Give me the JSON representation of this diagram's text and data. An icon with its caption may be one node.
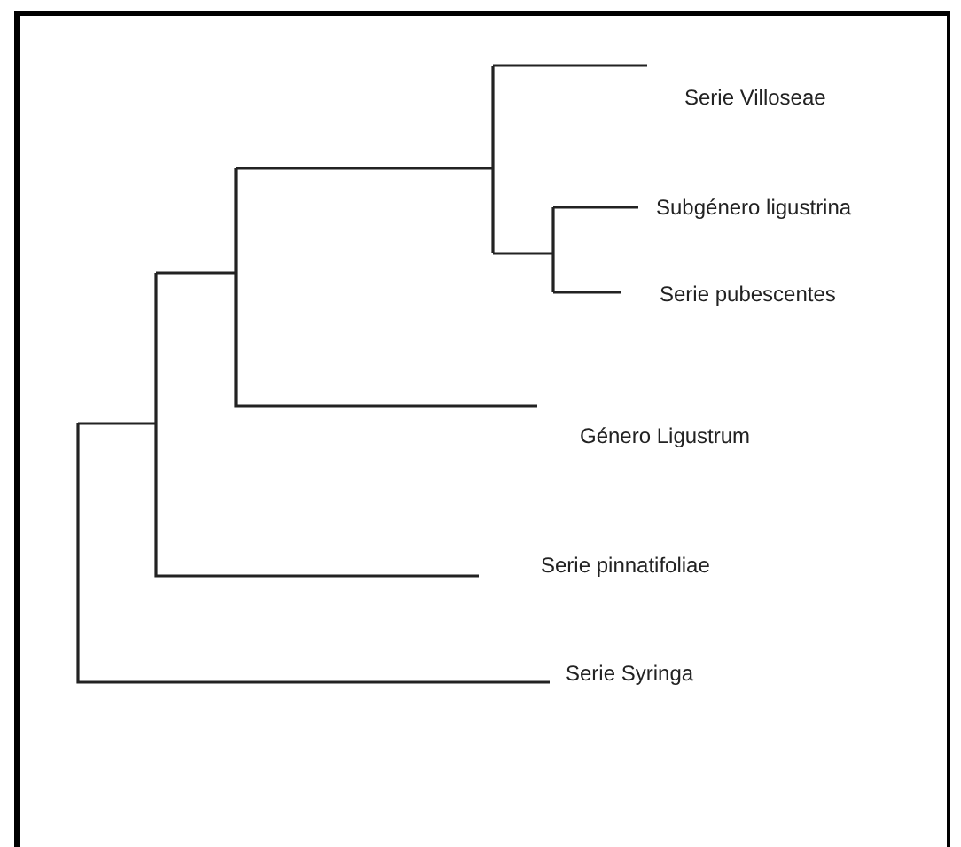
{
  "diagram": {
    "labels": [
      "Serie Villoseae",
      "Subgénero ligustrina",
      "Serie pubescentes",
      "Género Ligustrum",
      "Serie pinnatifoliae",
      "Serie Syringa"
    ]
  }
}
